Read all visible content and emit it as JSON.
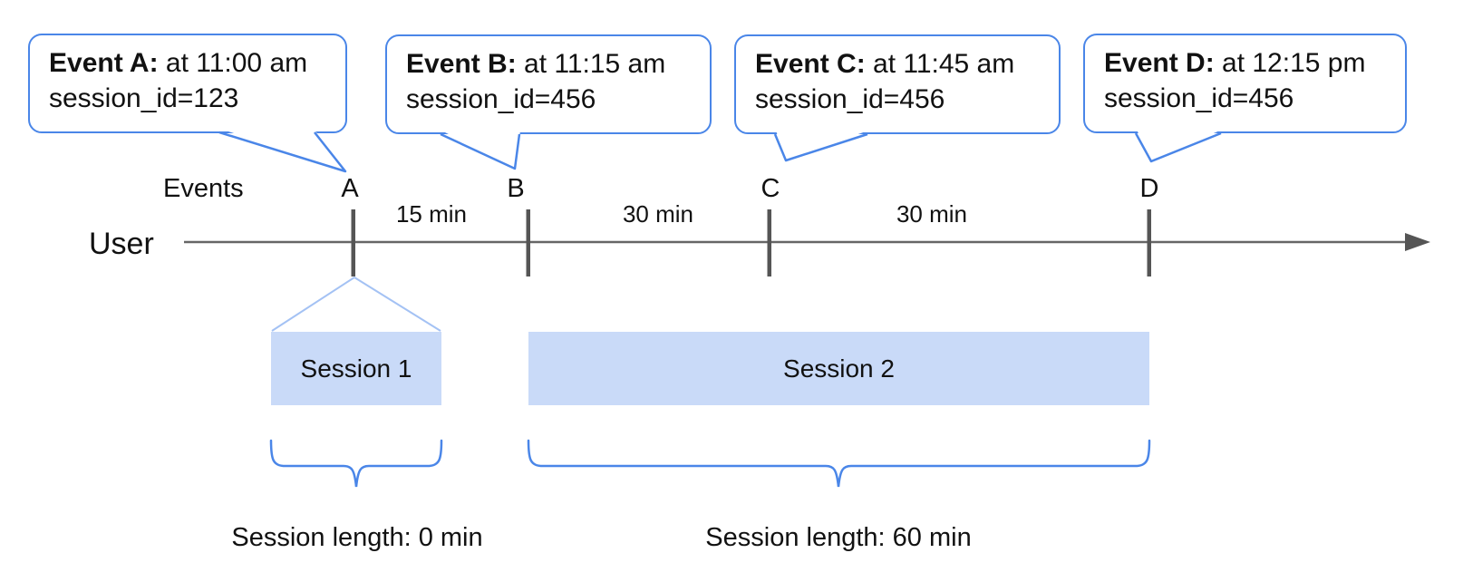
{
  "events": [
    {
      "letter": "A",
      "bubble": {
        "bold": "Event A:",
        "rest": " at 11:00 am",
        "line2": "session_id=123"
      }
    },
    {
      "letter": "B",
      "bubble": {
        "bold": "Event B:",
        "rest": " at 11:15 am",
        "line2": "session_id=456"
      }
    },
    {
      "letter": "C",
      "bubble": {
        "bold": "Event C:",
        "rest": " at 11:45 am",
        "line2": "session_id=456"
      }
    },
    {
      "letter": "D",
      "bubble": {
        "bold": "Event D:",
        "rest": " at 12:15 pm",
        "line2": "session_id=456"
      }
    }
  ],
  "axis": {
    "events_label": "Events",
    "user_label": "User",
    "intervals": [
      "15 min",
      "30 min",
      "30 min"
    ]
  },
  "sessions": [
    {
      "name": "Session 1",
      "length": "Session length: 0 min"
    },
    {
      "name": "Session 2",
      "length": "Session length: 60 min"
    }
  ],
  "colors": {
    "bubble_border": "#4a86e8",
    "brace": "#4a86e8",
    "session_fill": "#c9daf8",
    "funnel_line": "#a4c2f4",
    "timeline": "#666666",
    "tick": "#555555",
    "text": "#111111"
  }
}
